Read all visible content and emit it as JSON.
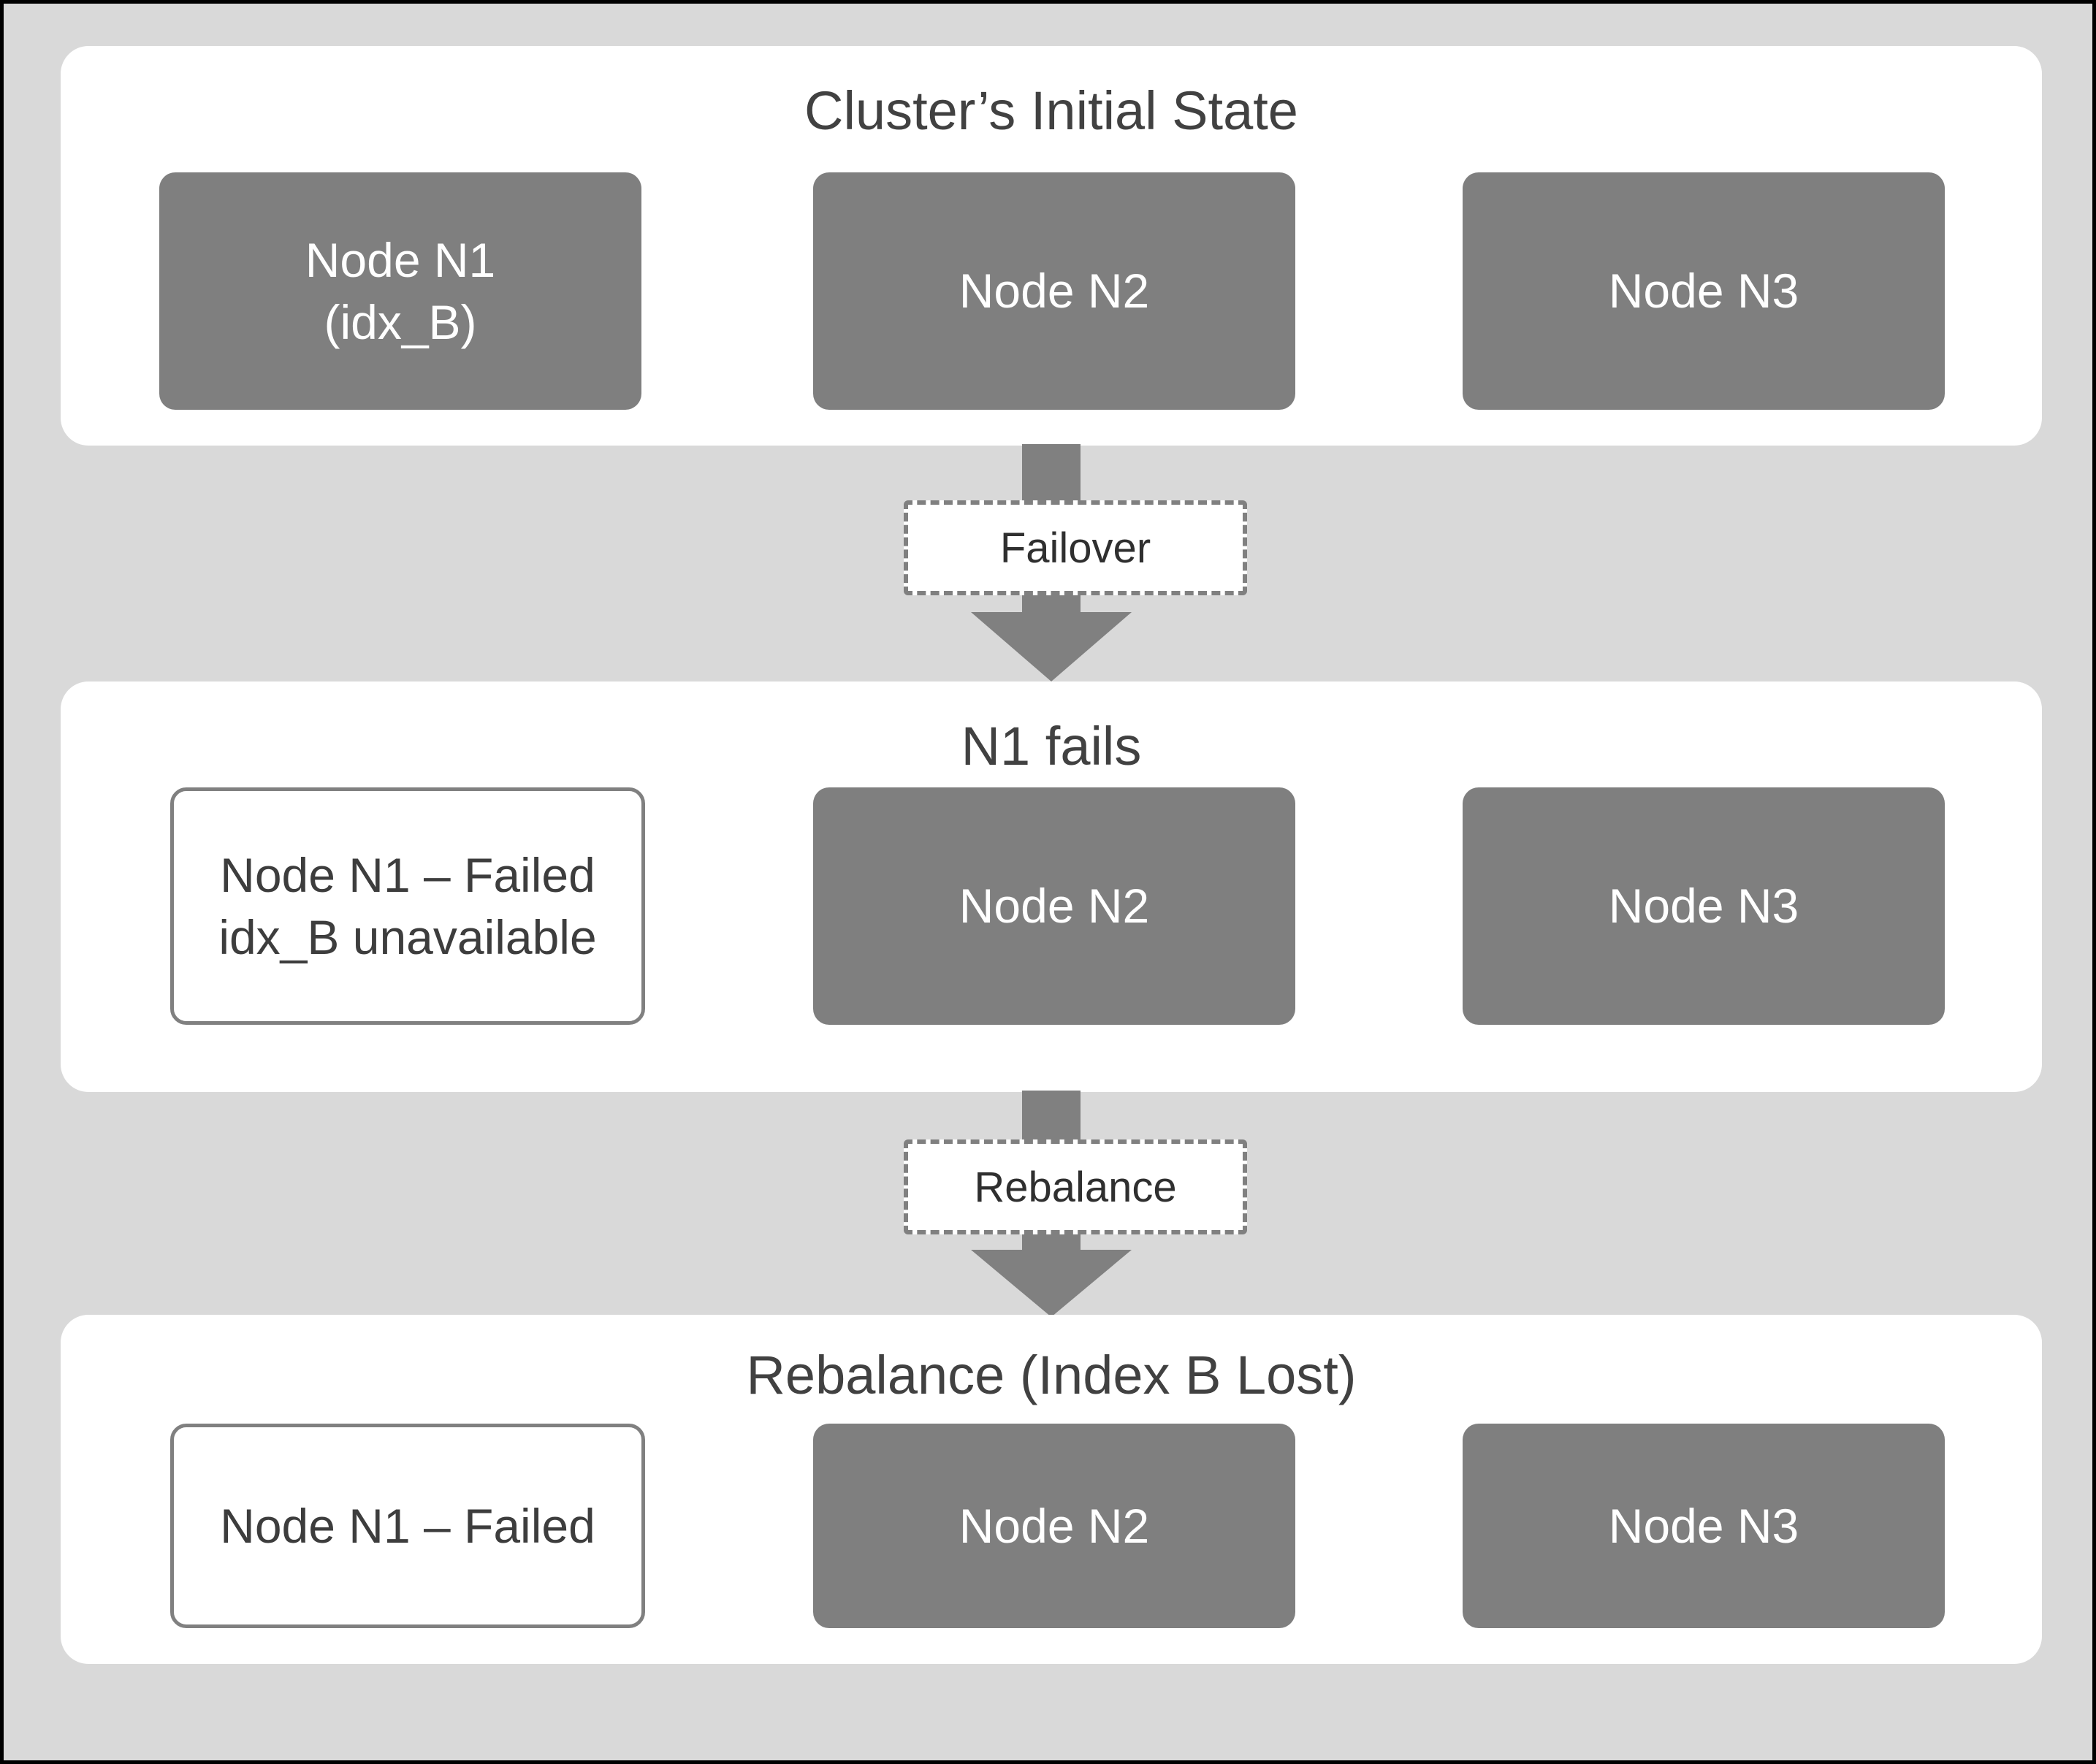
{
  "diagram": {
    "background_color": "#d9d9d9",
    "panel_color": "#ffffff",
    "node_fill_color": "#7f7f7f",
    "node_border_color": "#808080",
    "arrow_color": "#808080",
    "title_text_color": "#414141"
  },
  "stages": [
    {
      "title": "Cluster’s Initial State",
      "nodes": [
        {
          "label": "Node N1\n(idx_B)",
          "style": "filled"
        },
        {
          "label": "Node N2",
          "style": "filled"
        },
        {
          "label": "Node N3",
          "style": "filled"
        }
      ]
    },
    {
      "title": "N1 fails",
      "nodes": [
        {
          "label": "Node N1 – Failed\nidx_B unavailable",
          "style": "outlined"
        },
        {
          "label": "Node N2",
          "style": "filled"
        },
        {
          "label": "Node N3",
          "style": "filled"
        }
      ]
    },
    {
      "title": "Rebalance (Index B Lost)",
      "nodes": [
        {
          "label": "Node N1 – Failed",
          "style": "outlined"
        },
        {
          "label": "Node N2",
          "style": "filled"
        },
        {
          "label": "Node N3",
          "style": "filled"
        }
      ]
    }
  ],
  "connectors": [
    {
      "label": "Failover"
    },
    {
      "label": "Rebalance"
    }
  ]
}
